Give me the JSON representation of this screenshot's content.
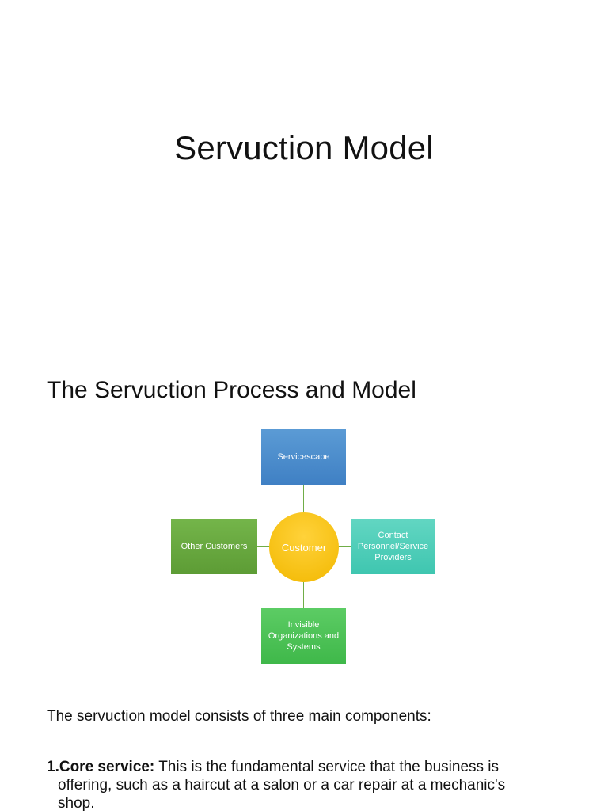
{
  "slide1": {
    "title": "Servuction Model"
  },
  "slide2": {
    "title": "The Servuction Process and Model",
    "diagram": {
      "center": "Customer",
      "top": "Servicescape",
      "left": "Other Customers",
      "right": "Contact Personnel/Service Providers",
      "bottom": "Invisible Organizations and Systems",
      "colors": {
        "top": "#5b9bd5",
        "left": "#70ad47",
        "right": "#4fd0bb",
        "bottom": "#4cc257",
        "center": "#ffc000",
        "connector": "#70ad47"
      }
    },
    "intro": "The servuction model consists of three main components:",
    "items": [
      {
        "number_label": "1.Core service:",
        "text_line1": "This is the fundamental service that the business is",
        "text_line2": "offering, such as a haircut at a salon or a car repair at a mechanic's",
        "text_line3": "shop."
      }
    ]
  }
}
